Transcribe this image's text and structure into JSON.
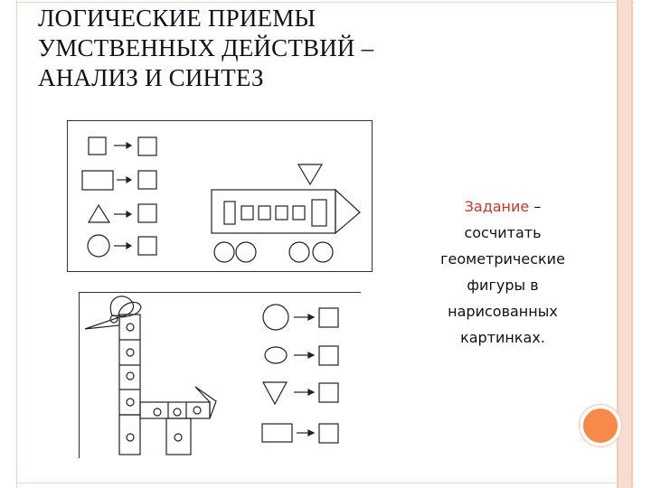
{
  "slide": {
    "title_lines": [
      "ЛОГИЧЕСКИЕ ПРИЕМЫ",
      "УМСТВЕННЫХ ДЕЙСТВИЙ –",
      "АНАЛИЗ И СИНТЕЗ"
    ],
    "task": {
      "keyword": "Задание",
      "rest": "– сосчитать геометрические фигуры в нарисованных картинках."
    }
  },
  "colors": {
    "accent": "#f58a4a",
    "stripe": "#f6ddd0",
    "keyword": "#c0392b"
  }
}
